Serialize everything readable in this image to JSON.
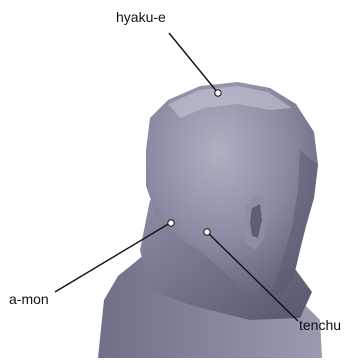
{
  "labels": {
    "hyaku_e": "hyaku-e",
    "a_mon": "a-mon",
    "tenchu": "tenchu"
  },
  "colors": {
    "background": "#ffffff",
    "skin_light": "#a2a2b8",
    "skin_mid": "#7d7d96",
    "skin_dark": "#55556c",
    "leader_line": "#111111",
    "point_fill": "#ffffff"
  }
}
